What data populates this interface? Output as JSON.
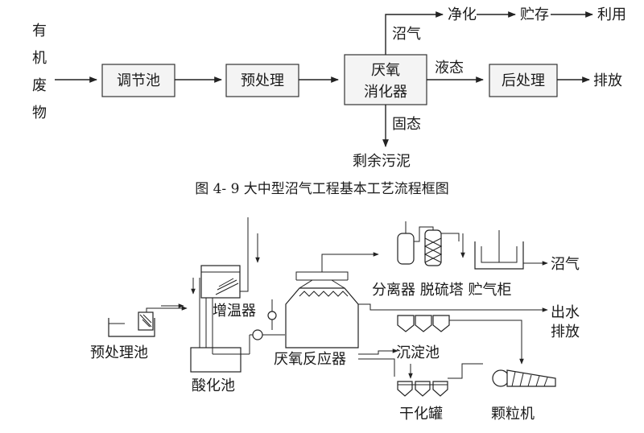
{
  "top_diagram": {
    "input": [
      "有",
      "机",
      "废",
      "物"
    ],
    "box_regulate": "调节池",
    "box_pretreat": "预处理",
    "box_digester_l1": "厌氧",
    "box_digester_l2": "消化器",
    "box_post": "后处理",
    "biogas_label": "沼气",
    "purify": "净化",
    "store": "贮存",
    "use": "利用",
    "liquid_label": "液态",
    "discharge": "排放",
    "solid_label": "固态",
    "residual_sludge": "剩余污泥"
  },
  "caption": "图 4- 9    大中型沼气工程基本工艺流程框图",
  "bottom_diagram": {
    "pretreat_tank": "预处理池",
    "acid_tank": "酸化池",
    "heater": "增温器",
    "reactor": "厌氧反应器",
    "separator_line": "分离器 脱硫塔 贮气柜",
    "biogas_out": "沼气",
    "effluent_l1": "出水",
    "effluent_l2": "排放",
    "settling_tank": "沉淀池",
    "dry_tank": "干化罐",
    "granulator": "颗粒机"
  }
}
